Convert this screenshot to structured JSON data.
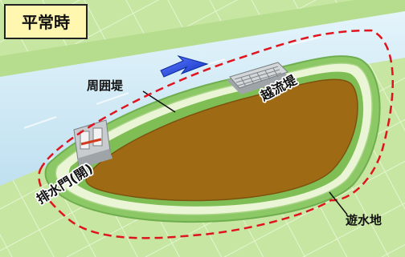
{
  "title": "平常時",
  "labels": {
    "embankment": "周囲堤",
    "overflow_levee": "越流堤",
    "drain_gate": "排水門(開)",
    "retarding_basin": "遊水地"
  },
  "colors": {
    "title_bg": "#fff6b0",
    "field": "#c6e6a2",
    "river": "#cfe9f5",
    "basin": "#9e6a14",
    "boundary": "#e0141e",
    "arrow": "#1a40d6"
  }
}
